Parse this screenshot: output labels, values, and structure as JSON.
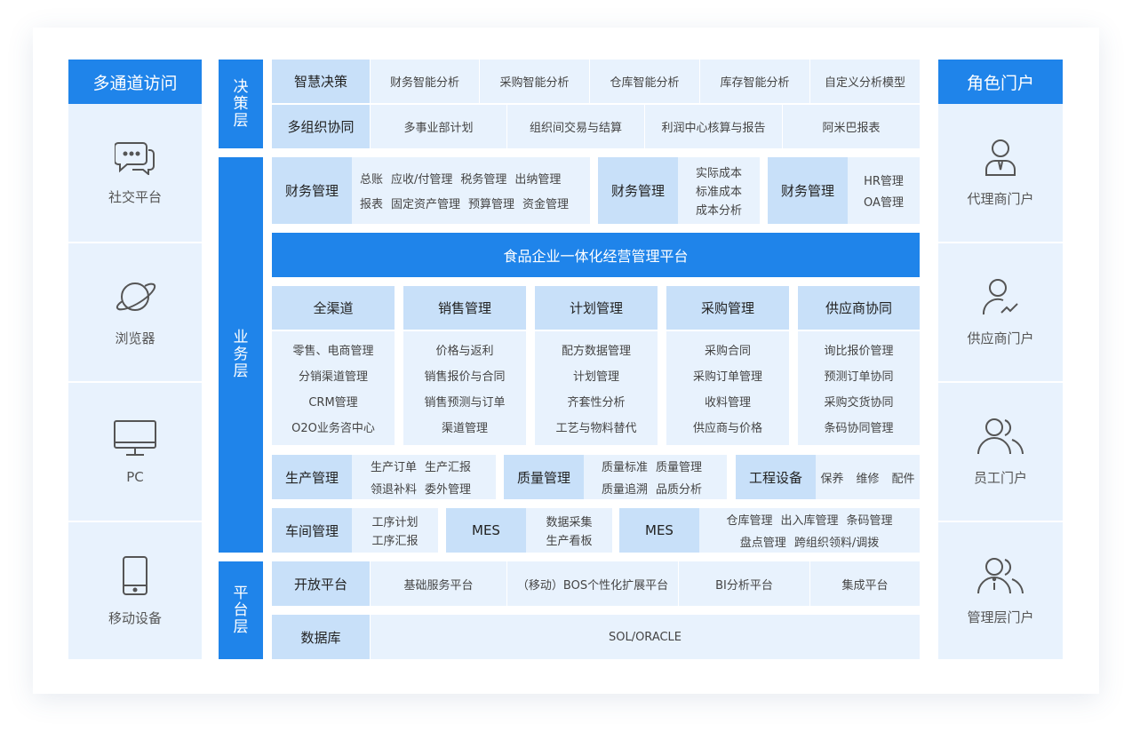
{
  "left_panel": {
    "title": "多通道访问",
    "items": [
      {
        "label": "社交平台",
        "icon": "chat-icon"
      },
      {
        "label": "浏览器",
        "icon": "planet-icon"
      },
      {
        "label": "PC",
        "icon": "monitor-icon"
      },
      {
        "label": "移动设备",
        "icon": "mobile-icon"
      }
    ]
  },
  "right_panel": {
    "title": "角色门户",
    "items": [
      {
        "label": "代理商门户",
        "icon": "agent-user-icon"
      },
      {
        "label": "供应商门户",
        "icon": "supplier-user-icon"
      },
      {
        "label": "员工门户",
        "icon": "employees-icon"
      },
      {
        "label": "管理层门户",
        "icon": "management-icon"
      }
    ]
  },
  "layers": {
    "decision": "决策层",
    "business": "业务层",
    "platform": "平台层"
  },
  "decision": {
    "row1": {
      "header": "智慧决策",
      "items": [
        "财务智能分析",
        "采购智能分析",
        "仓库智能分析",
        "库存智能分析",
        "自定义分析模型"
      ]
    },
    "row2": {
      "header": "多组织协同",
      "items": [
        "多事业部计划",
        "组织间交易与结算",
        "利润中心核算与报告",
        "阿米巴报表"
      ]
    }
  },
  "business": {
    "finance1": {
      "header": "财务管理",
      "line1": [
        "总账",
        "应收/付管理",
        "税务管理",
        "出纳管理"
      ],
      "line2": [
        "报表",
        "固定资产管理",
        "预算管理",
        "资金管理"
      ]
    },
    "finance2": {
      "header": "财务管理",
      "items": [
        "实际成本",
        "标准成本",
        "成本分析"
      ]
    },
    "finance3": {
      "header": "财务管理",
      "items": [
        "HR管理",
        "OA管理"
      ]
    },
    "banner": "食品企业一体化经营管理平台",
    "columns": [
      {
        "header": "全渠道",
        "items": [
          "零售、电商管理",
          "分销渠道管理",
          "CRM管理",
          "O2O业务咨中心"
        ]
      },
      {
        "header": "销售管理",
        "items": [
          "价格与返利",
          "销售报价与合同",
          "销售预测与订单",
          "渠道管理"
        ]
      },
      {
        "header": "计划管理",
        "items": [
          "配方数据管理",
          "计划管理",
          "齐套性分析",
          "工艺与物料替代"
        ]
      },
      {
        "header": "采购管理",
        "items": [
          "采购合同",
          "采购订单管理",
          "收料管理",
          "供应商与价格"
        ]
      },
      {
        "header": "供应商协同",
        "items": [
          "询比报价管理",
          "预测订单协同",
          "采购交货协同",
          "条码协同管理"
        ]
      }
    ],
    "production": {
      "header": "生产管理",
      "line1": [
        "生产订单",
        "生产汇报"
      ],
      "line2": [
        "领退补料",
        "委外管理"
      ]
    },
    "quality": {
      "header": "质量管理",
      "line1": [
        "质量标准",
        "质量管理"
      ],
      "line2": [
        "质量追溯",
        "品质分析"
      ]
    },
    "equipment": {
      "header": "工程设备",
      "items": [
        "保养",
        "维修",
        "配件"
      ]
    },
    "workshop": {
      "header": "车间管理",
      "items": [
        "工序计划",
        "工序汇报"
      ]
    },
    "mes1": {
      "header": "MES",
      "items": [
        "数据采集",
        "生产看板"
      ]
    },
    "mes2": {
      "header": "MES",
      "line1": [
        "仓库管理",
        "出入库管理",
        "条码管理"
      ],
      "line2": [
        "盘点管理",
        "跨组织领料/调拨"
      ]
    }
  },
  "platform": {
    "open": {
      "header": "开放平台",
      "items": [
        "基础服务平台",
        "（移动）BOS个性化扩展平台",
        "BI分析平台",
        "集成平台"
      ]
    },
    "db": {
      "header": "数据库",
      "value": "SOL/ORACLE"
    }
  },
  "colors": {
    "accent": "#1f84ea",
    "header_bg": "#c8e0f9",
    "cell_bg": "#e8f2fd"
  }
}
